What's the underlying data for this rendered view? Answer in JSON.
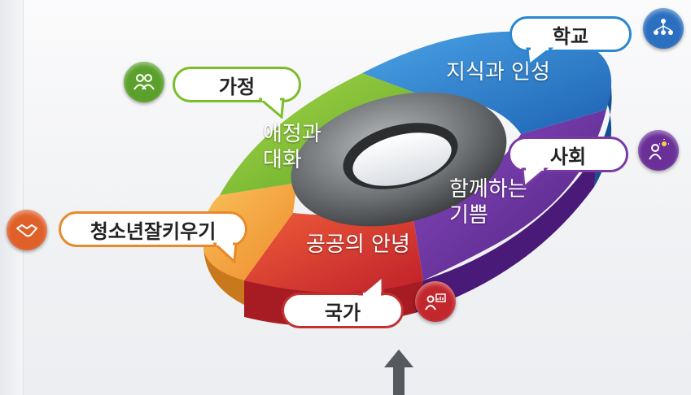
{
  "segments": [
    {
      "id": "school",
      "label_lines": [
        "지식과 인성"
      ],
      "color": "#2f80cc"
    },
    {
      "id": "society",
      "label_lines": [
        "함께하는",
        "기쁨"
      ],
      "color": "#6a34a0"
    },
    {
      "id": "state",
      "label_lines": [
        "공공의 안녕"
      ],
      "color": "#d8342c"
    },
    {
      "id": "youth",
      "label_lines": [],
      "color": "#f2a13a"
    },
    {
      "id": "family",
      "label_lines": [
        "애정과",
        "대화"
      ],
      "color": "#7dbb2e"
    }
  ],
  "bubbles": {
    "family": "가정",
    "school": "학교",
    "society": "사회",
    "youth": "청소년잘키우기",
    "state": "국가"
  },
  "icons": {
    "family": {
      "name": "family-people-icon",
      "color": "#5aa02a"
    },
    "school": {
      "name": "group-network-icon",
      "color": "#2a6fc0"
    },
    "society": {
      "name": "people-idea-icon",
      "color": "#6b2f98"
    },
    "youth": {
      "name": "handshake-icon",
      "color": "#e0602a"
    },
    "state": {
      "name": "presenter-chart-icon",
      "color": "#c2272e"
    }
  }
}
